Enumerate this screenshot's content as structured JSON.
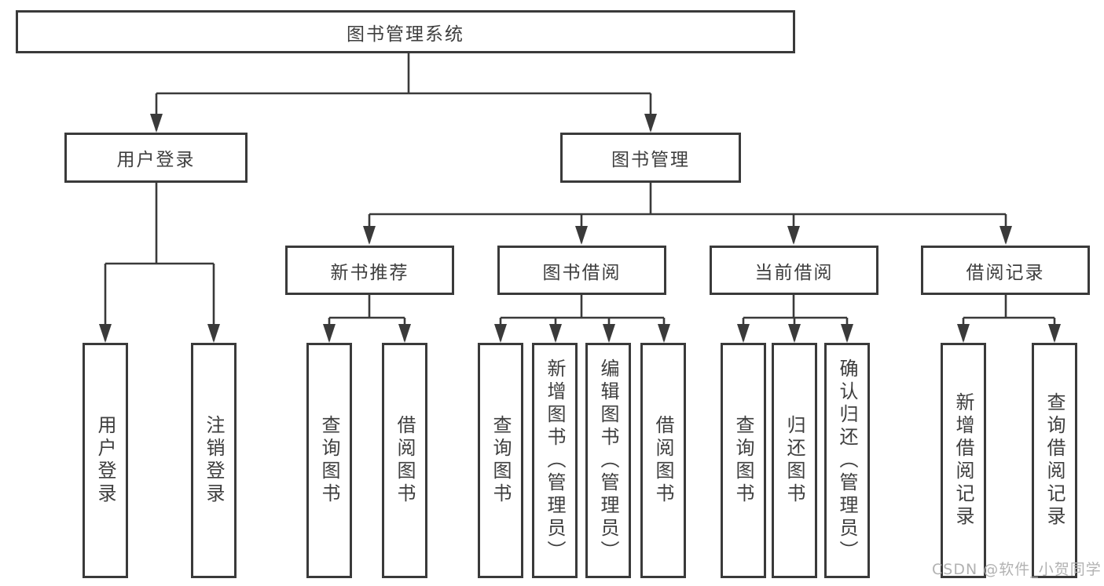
{
  "title": {
    "root": "图书管理系统"
  },
  "level2": {
    "user_login": "用户登录",
    "book_management": "图书管理"
  },
  "level3": {
    "new_book_rec": "新书推荐",
    "book_borrow": "图书借阅",
    "current_borrow": "当前借阅",
    "borrow_record": "借阅记录"
  },
  "leaves": {
    "user_login": "用户登录",
    "logout": "注销登录",
    "query_books_a": "查询图书",
    "borrow_books_a": "借阅图书",
    "query_books_b": "查询图书",
    "add_books_admin": "新增图书（管理员）",
    "edit_books_admin": "编辑图书（管理员）",
    "borrow_books_b": "借阅图书",
    "query_books_c": "查询图书",
    "return_books": "归还图书",
    "confirm_return_admin": "确认归还（管理员）",
    "add_borrow_record": "新增借阅记录",
    "query_borrow_record": "查询借阅记录"
  },
  "watermark": "CSDN @软件_小贺同学",
  "colors": {
    "line": "#3a3a3a",
    "text": "#3e3e3e",
    "watermark": "#b2b2b2",
    "background": "#ffffff"
  }
}
